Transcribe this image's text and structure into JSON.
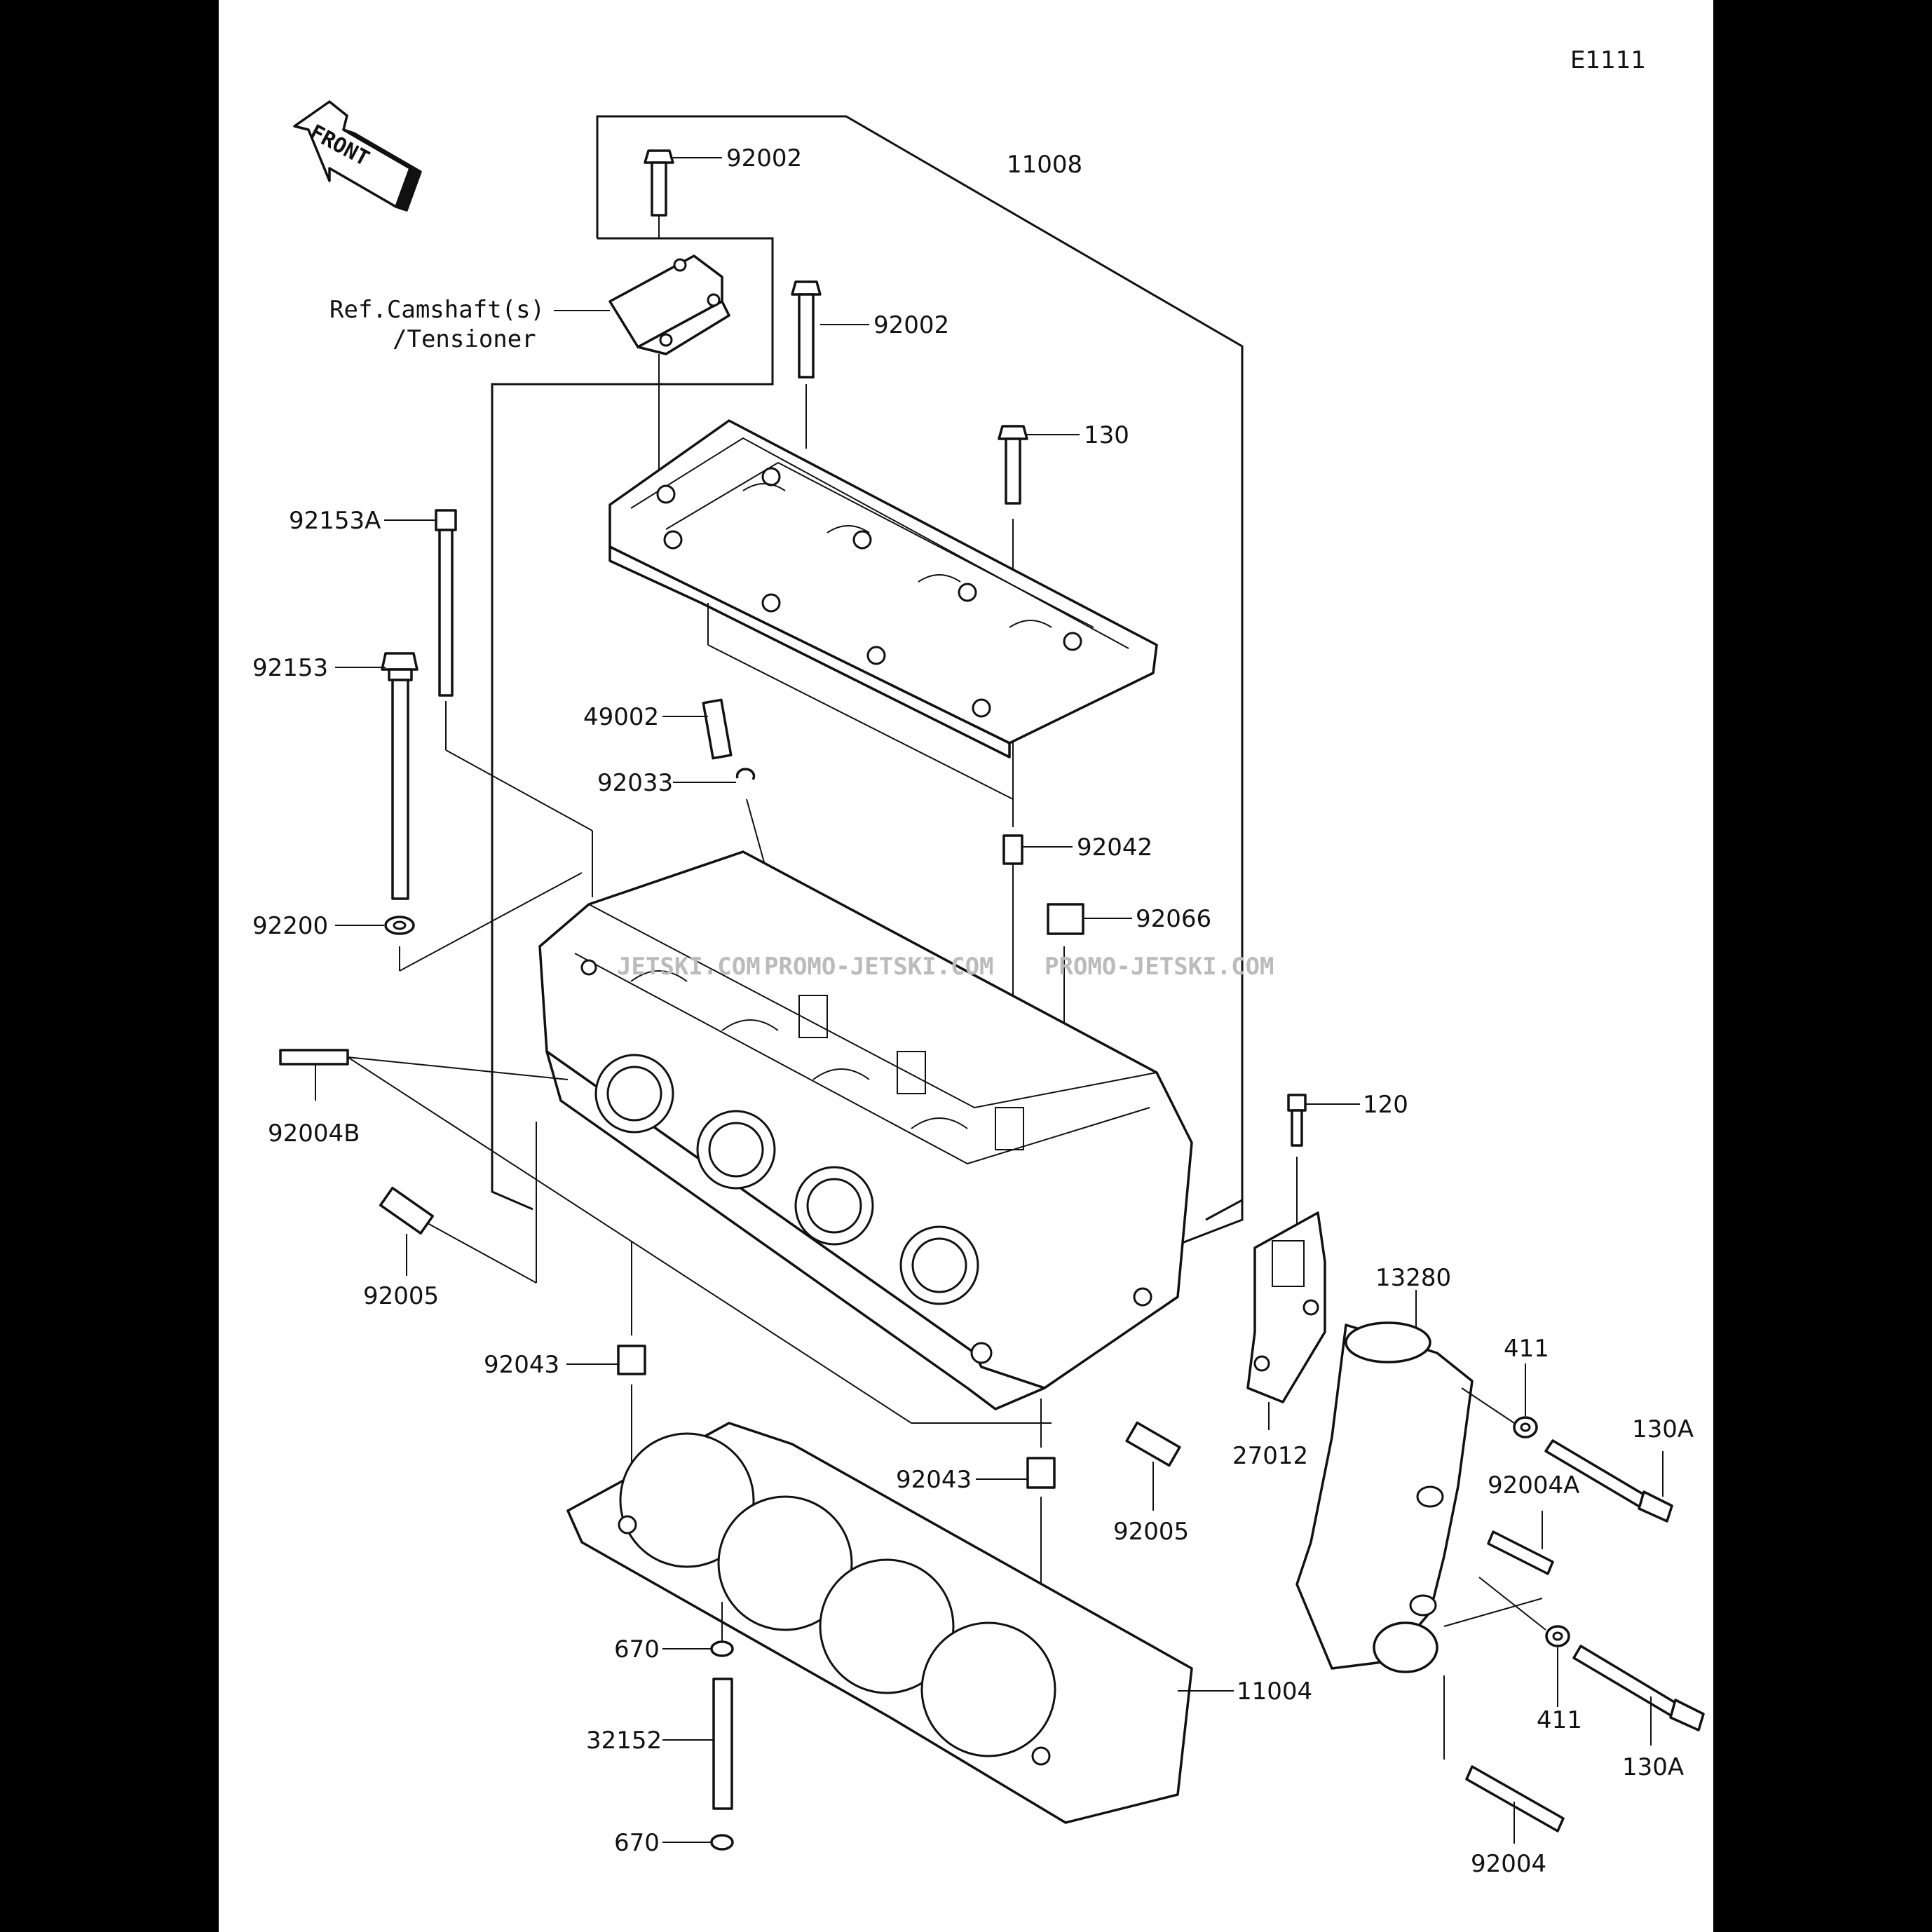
{
  "diagram_code": "E1111",
  "front_label": "FRONT",
  "reference_note": {
    "line1": "Ref.Camshaft(s)",
    "line2": "/Tensioner"
  },
  "watermarks": [
    "JETSKI.COM",
    "PROMO-JETSKI.COM",
    "PROMO-JETSKI.COM"
  ],
  "callouts": {
    "c92002a": "92002",
    "c11008": "11008",
    "c92002b": "92002",
    "c130": "130",
    "c92153a": "92153A",
    "c92153": "92153",
    "c49002": "49002",
    "c92033": "92033",
    "c92042": "92042",
    "c92066": "92066",
    "c92200": "92200",
    "c92004b": "92004B",
    "c120": "120",
    "c92005a": "92005",
    "c13280": "13280",
    "c411a": "411",
    "c92043a": "92043",
    "c27012": "27012",
    "c130a1": "130A",
    "c92043b": "92043",
    "c92004a": "92004A",
    "c92005b": "92005",
    "c670a": "670",
    "c411b": "411",
    "c11004": "11004",
    "c130a2": "130A",
    "c32152": "32152",
    "c670b": "670",
    "c92004": "92004"
  }
}
